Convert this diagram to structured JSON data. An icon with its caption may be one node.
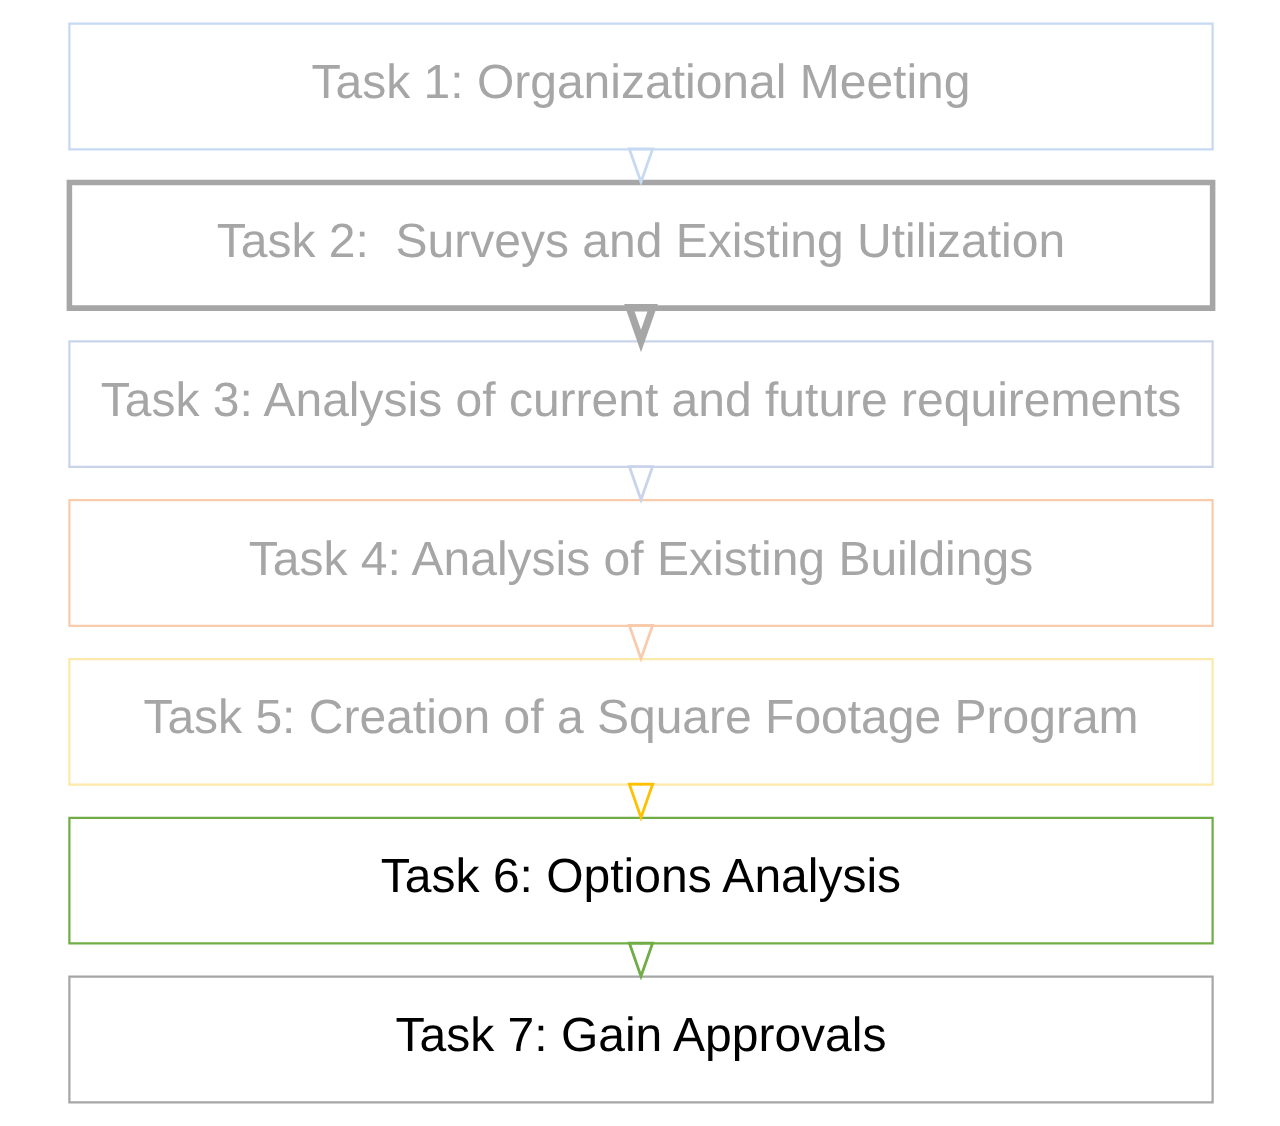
{
  "diagram": {
    "nodes": [
      {
        "text": [
          "Task 1: Organizational Meeting"
        ]
      },
      {
        "text": [
          "Task 2:  Surveys and Existing Utilization"
        ]
      },
      {
        "text": [
          "Task 3: Analysis of current and future requirements"
        ]
      },
      {
        "text": [
          "Task 4: Analysis of Existing Buildings"
        ]
      },
      {
        "text": [
          "Task 5: Creation of a Square Footage Program"
        ]
      },
      {
        "text": [
          "Task 6: Options Analysis"
        ]
      },
      {
        "text": [
          "Task 7: Gain Approvals"
        ]
      }
    ],
    "edges": [
      {
        "from": 0,
        "to": 1,
        "arrow": "to",
        "color": "#c5d9f1"
      },
      {
        "from": 1,
        "to": 2,
        "arrow": "to",
        "style": "thick",
        "color": "#a6a6a6"
      },
      {
        "from": 2,
        "to": 3,
        "arrow": "to",
        "color": "#c9d4ea"
      },
      {
        "from": 3,
        "to": 4,
        "arrow": "to",
        "color": "#f8cbad"
      },
      {
        "from": 4,
        "to": 5,
        "arrow": "to",
        "color": "#ffc000"
      },
      {
        "from": 5,
        "to": 6,
        "arrow": "to",
        "color": "#70ad47"
      }
    ]
  }
}
